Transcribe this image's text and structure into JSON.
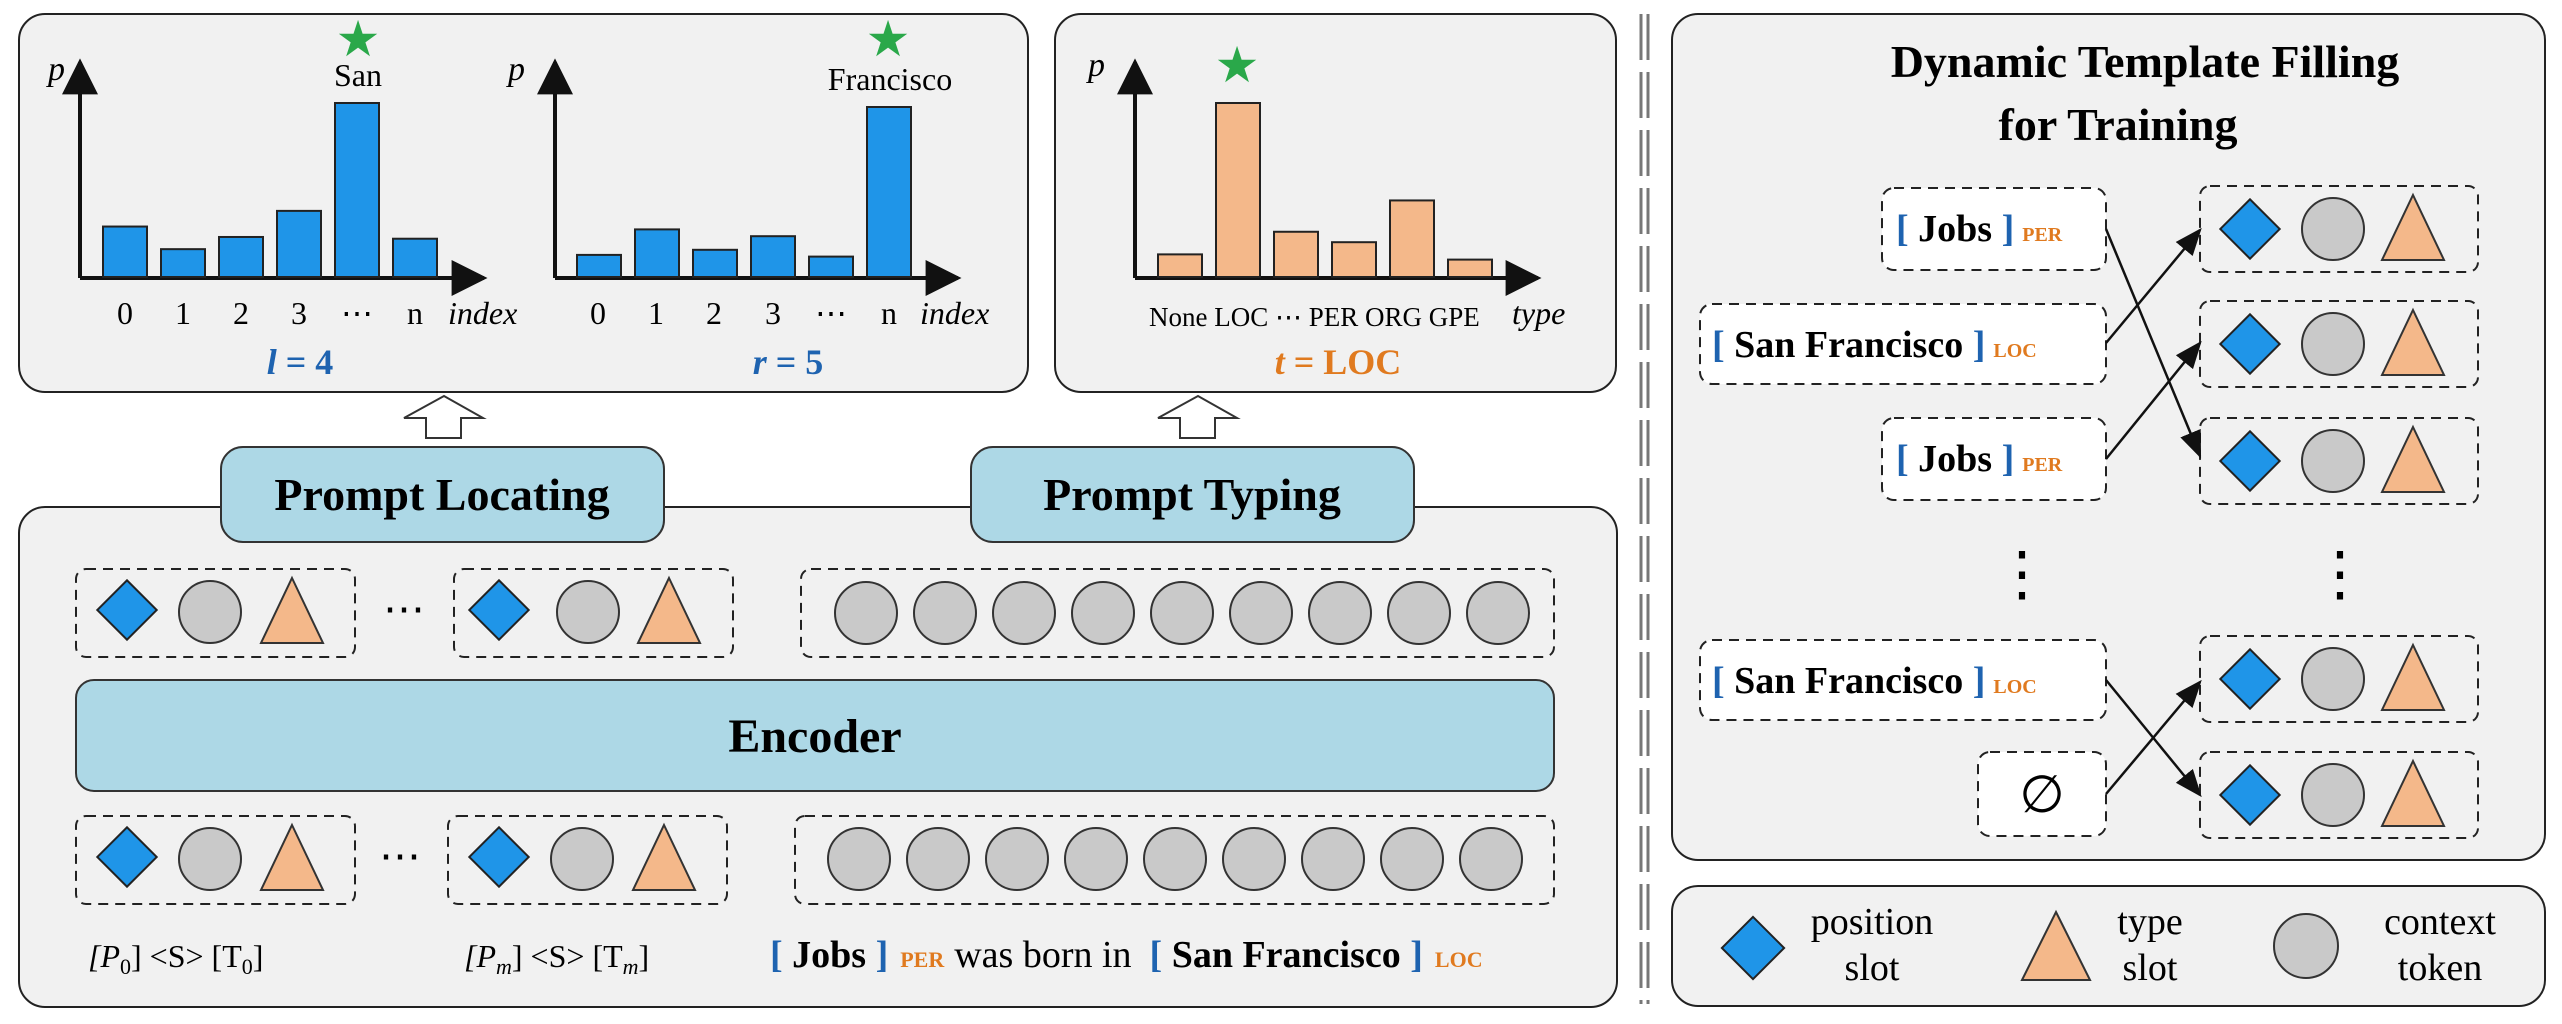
{
  "colors": {
    "blue_bar": "#1f95e8",
    "blue_text": "#1e63b0",
    "orange_bar": "#f4b88a",
    "orange_text": "#e07a1f",
    "green_star": "#2aa84a",
    "panel_bg": "#f1f1f1",
    "module_bg": "#add8e6",
    "context_gray": "#c9c9c9"
  },
  "locating": {
    "left_chart": {
      "axis_p": "p",
      "axis_index": "index",
      "star_word": "San",
      "ticks": [
        "0",
        "1",
        "2",
        "3",
        "⋯",
        "n"
      ],
      "label_var": "l",
      "label_eq": " = 4"
    },
    "right_chart": {
      "axis_p": "p",
      "axis_index": "index",
      "star_word": "Francisco",
      "ticks": [
        "0",
        "1",
        "2",
        "3",
        "⋯",
        "n"
      ],
      "label_var": "r",
      "label_eq": " = 5"
    }
  },
  "typing": {
    "axis_p": "p",
    "axis_type": "type",
    "ticks": "None LOC ⋯ PER ORG GPE",
    "label_var": "t",
    "label_eq": " = LOC"
  },
  "chart_data": [
    {
      "type": "bar",
      "categories": [
        "0",
        "1",
        "2",
        "3",
        "⋯",
        "n"
      ],
      "values": [
        0.29,
        0.16,
        0.23,
        0.38,
        1.0,
        0.22
      ],
      "xlabel": "index",
      "ylabel": "p",
      "ylim": [
        0,
        1.1
      ],
      "annotations": [
        {
          "label": "San",
          "category_index": 4
        }
      ]
    },
    {
      "type": "bar",
      "categories": [
        "0",
        "1",
        "2",
        "3",
        "⋯",
        "n"
      ],
      "values": [
        0.13,
        0.28,
        0.16,
        0.24,
        0.12,
        1.0
      ],
      "xlabel": "index",
      "ylabel": "p",
      "ylim": [
        0,
        1.1
      ],
      "annotations": [
        {
          "label": "Francisco",
          "category_index": 5
        }
      ]
    },
    {
      "type": "bar",
      "categories": [
        "None",
        "LOC",
        "⋯",
        "PER",
        "ORG",
        "GPE"
      ],
      "values": [
        0.13,
        1.0,
        0.26,
        0.2,
        0.44,
        0.1
      ],
      "xlabel": "type",
      "ylabel": "p",
      "ylim": [
        0,
        1.1
      ],
      "annotations": [
        {
          "label": "",
          "category_index": 1
        }
      ]
    }
  ],
  "modules": {
    "prompt_locating": "Prompt Locating",
    "prompt_typing": "Prompt Typing",
    "encoder": "Encoder"
  },
  "encoder_input": {
    "prompt_0": {
      "p": "[P",
      "p_sub": "0",
      "mid": "] <S> [T",
      "t_sub": "0",
      "end": "]"
    },
    "prompt_m": {
      "p": "[P",
      "p_sub": "m",
      "mid": "] <S> [T",
      "t_sub": "m",
      "end": "]"
    },
    "sentence": {
      "open1": "[ ",
      "entity1": "Jobs",
      "close1": " ]",
      "type1": "PER",
      "middle": "was born in",
      "open2": "[ ",
      "entity2": "San Francisco",
      "close2": " ]",
      "type2": "LOC"
    },
    "ellipsis": "⋯"
  },
  "dynamic": {
    "title_line1": "Dynamic Template Filling",
    "title_line2": "for Training",
    "entities": [
      {
        "name": "Jobs",
        "type": "PER"
      },
      {
        "name": "San Francisco",
        "type": "LOC"
      },
      {
        "name": "Jobs",
        "type": "PER"
      },
      {
        "name": "San Francisco",
        "type": "LOC"
      }
    ],
    "empty_symbol": "∅",
    "vdots": "⋮"
  },
  "legend": {
    "position_line1": "position",
    "position_line2": "slot",
    "type_line1": "type",
    "type_line2": "slot",
    "context_line1": "context",
    "context_line2": "token"
  }
}
